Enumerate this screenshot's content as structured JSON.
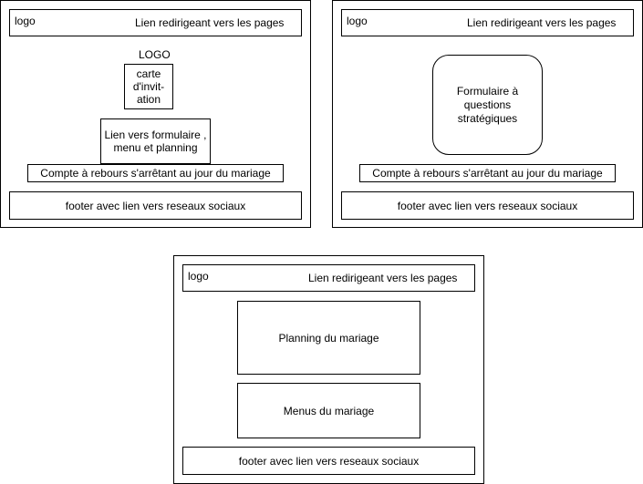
{
  "mockups": {
    "home": {
      "header_logo": "logo",
      "header_nav": "Lien redirigeant vers les pages",
      "logo_label": "LOGO",
      "invitation_card": [
        "carte",
        "d'invit-",
        "ation"
      ],
      "links_box": [
        "Lien vers formulaire ,",
        "menu et planning"
      ],
      "countdown": "Compte à rebours s'arrêtant au jour du mariage",
      "footer": "footer avec lien vers reseaux sociaux"
    },
    "form": {
      "header_logo": "logo",
      "header_nav": "Lien redirigeant vers les pages",
      "form_box": [
        "Formulaire à",
        "questions",
        "stratégiques"
      ],
      "countdown": "Compte à rebours s'arrêtant au jour du mariage",
      "footer": "footer avec lien vers reseaux sociaux"
    },
    "planning": {
      "header_logo": "logo",
      "header_nav": "Lien redirigeant vers les pages",
      "planning_box": "Planning du mariage",
      "menus_box": "Menus du mariage",
      "footer": "footer avec lien vers reseaux sociaux"
    }
  }
}
